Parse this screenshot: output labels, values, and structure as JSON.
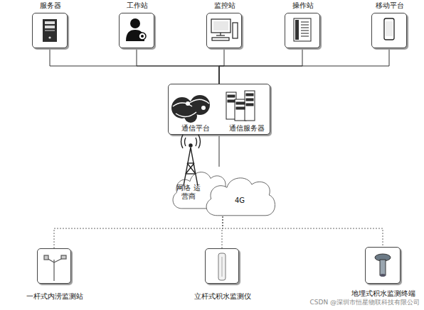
{
  "diagram": {
    "nodes": [
      {
        "text": [
          "服务器"
        ]
      },
      {
        "text": [
          "工作站"
        ]
      },
      {
        "text": [
          "监控站"
        ]
      },
      {
        "text": [
          "操作站"
        ]
      },
      {
        "text": [
          "移动平台"
        ]
      },
      {
        "text": [
          "通信平台",
          "通信服务器"
        ]
      },
      {
        "text": [
          "网络 运营商"
        ]
      },
      {
        "text": [
          "4G"
        ]
      },
      {
        "text": [
          "一杆式内涝监测站"
        ]
      },
      {
        "text": [
          "立杆式积水监测仪"
        ]
      },
      {
        "text": [
          "地埋式积水监测终端"
        ]
      }
    ],
    "edges": [
      {
        "from": 0,
        "to": 5,
        "arrow": "none"
      },
      {
        "from": 1,
        "to": 5,
        "arrow": "none"
      },
      {
        "from": 2,
        "to": 5,
        "arrow": "none"
      },
      {
        "from": 3,
        "to": 5,
        "arrow": "none"
      },
      {
        "from": 4,
        "to": 5,
        "arrow": "none"
      },
      {
        "from": 5,
        "to": 6,
        "arrow": "none"
      },
      {
        "from": 7,
        "to": 8,
        "arrow": "none"
      },
      {
        "from": 7,
        "to": 9,
        "arrow": "none"
      },
      {
        "from": 7,
        "to": 10,
        "arrow": "none"
      }
    ],
    "labels": [
      "CSDN @深圳市恒星物联科技有限公司"
    ]
  }
}
